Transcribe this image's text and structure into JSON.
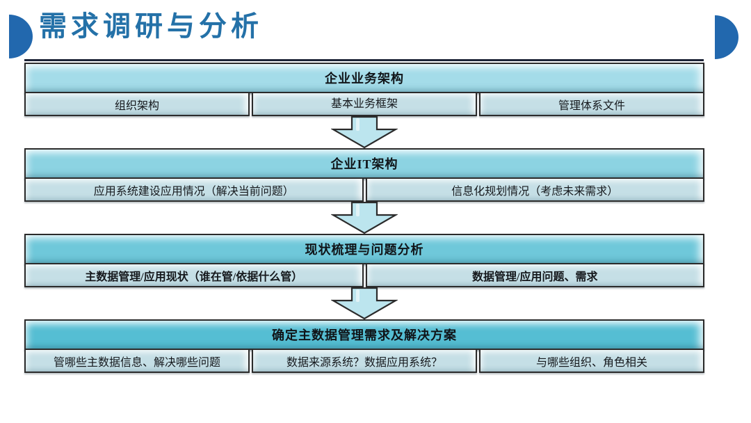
{
  "title": "需求调研与分析",
  "colors": {
    "title": "#2471A8",
    "accent_shape": "#2268AE",
    "border": "#2b2b2b",
    "arrow_fill": "#BCE5EE",
    "cell_bg": "#C5DFE6",
    "header_bg": [
      "#A4DCE9",
      "#8CD3E2",
      "#6FC8DA",
      "#55BED3"
    ]
  },
  "flow": {
    "blocks": [
      {
        "header": "企业业务架构",
        "cells": [
          "组织架构",
          "基本业务框架",
          "管理体系文件"
        ]
      },
      {
        "header": "企业IT架构",
        "cells": [
          "应用系统建设应用情况（解决当前问题）",
          "信息化规划情况（考虑未来需求）"
        ]
      },
      {
        "header": "现状梳理与问题分析",
        "cells": [
          "主数据管理/应用现状（谁在管/依据什么管）",
          "数据管理/应用问题、需求"
        ]
      },
      {
        "header": "确定主数据管理需求及解决方案",
        "cells": [
          "管哪些主数据信息、解决哪些问题",
          "数据来源系统？数据应用系统？",
          "与哪些组织、角色相关"
        ]
      }
    ]
  }
}
